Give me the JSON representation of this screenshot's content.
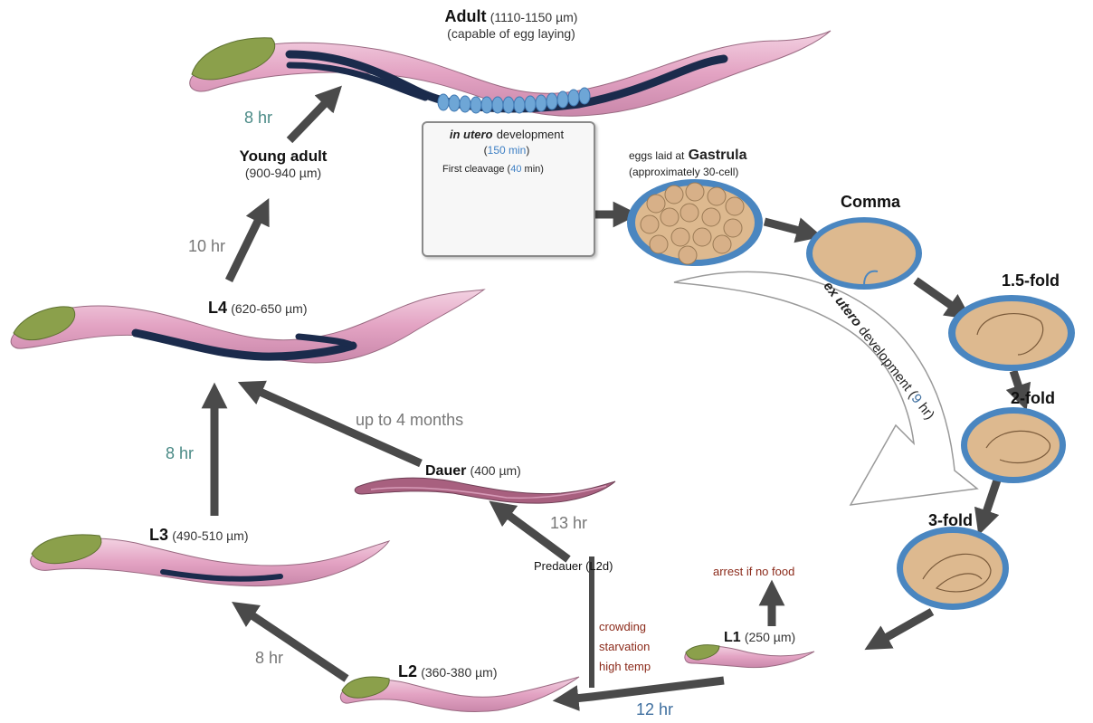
{
  "labels": {
    "adult_name": "Adult",
    "adult_size": "(1110-1150 µm)",
    "adult_note": "(capable of egg laying)",
    "young_adult_name": "Young adult",
    "young_adult_size": "(900-940 µm)",
    "l4_name": "L4",
    "l4_size": "(620-650 µm)",
    "l3_name": "L3",
    "l3_size": "(490-510 µm)",
    "l2_name": "L2",
    "l2_size": "(360-380 µm)",
    "l1_name": "L1",
    "l1_size": "(250 µm)",
    "dauer_name": "Dauer",
    "dauer_size": "(400 µm)",
    "predauer": "Predauer (L2d)",
    "comma": "Comma",
    "fold15": "1.5-fold",
    "fold2": "2-fold",
    "fold3": "3-fold",
    "eggs_laid": "eggs laid at",
    "gastrula": "Gastrula",
    "gastrula_note": "(approximately 30-cell)",
    "in_utero_italic": "in utero",
    "in_utero_rest": "development",
    "in_utero_time": "150 min",
    "first_cleavage": "First cleavage",
    "first_cleavage_time": "40",
    "min": "min",
    "ex_utero": "ex utero",
    "ex_utero_rest": "development",
    "ex_utero_time": "9",
    "hr": "hr",
    "arrest": "arrest if no food",
    "crowding": "crowding",
    "starvation": "starvation",
    "high_temp": "high temp"
  },
  "times": {
    "l4_to_young": "10 hr",
    "young_to_adult": "8 hr",
    "l3_to_l4": "8 hr",
    "l2_to_l3": "8 hr",
    "l1_to_l2": "12 hr",
    "predauer_to_dauer": "13 hr",
    "dauer_to_l4": "up to 4 months"
  },
  "colors": {
    "arrow": "#4a4a4a",
    "worm_body": "#e5a9c8",
    "worm_head": "#8aa04a",
    "gonad": "#1a2a4a",
    "egg_shell": "#4a86c0",
    "egg_fill": "#ddb98f",
    "red_text": "#8b2a1a",
    "teal_text": "#4a8a86",
    "blue_text": "#3f6f9f"
  }
}
